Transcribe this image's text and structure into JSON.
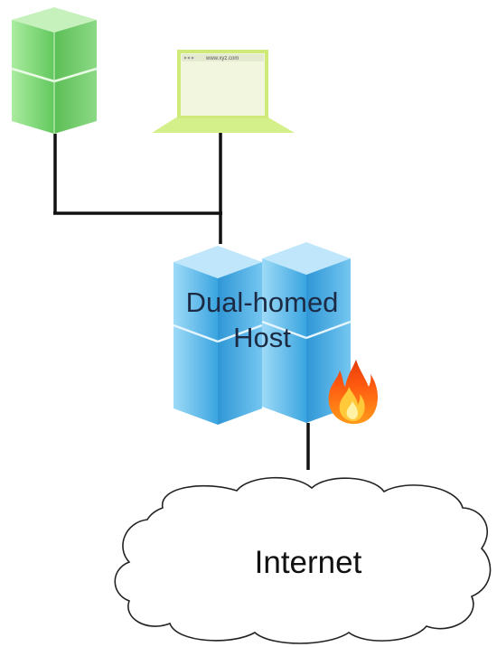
{
  "nodes": {
    "server": {
      "kind": "server",
      "color": "#7ed67a"
    },
    "laptop": {
      "kind": "laptop",
      "browser_url": "www.xyz.com",
      "screen_color": "#f2f6df",
      "frame_color": "#c8e86a"
    },
    "host": {
      "label_line1": "Dual-homed",
      "label_line2": "Host",
      "color": "#4fb3e8"
    },
    "firewall": {
      "icon": "fire-icon"
    },
    "cloud": {
      "label": "Internet"
    }
  },
  "colors": {
    "link": "#111111",
    "cloud_stroke": "#222222"
  }
}
